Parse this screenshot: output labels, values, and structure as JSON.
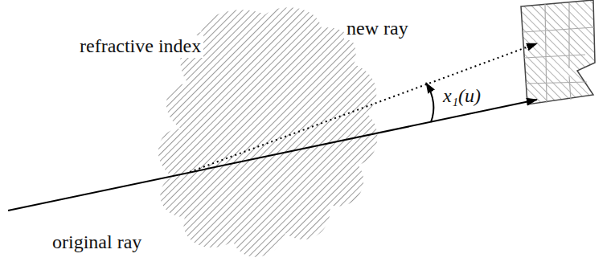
{
  "diagram": {
    "labels": [
      "refractive index",
      "new ray",
      "original ray",
      "x₁(u)"
    ]
  }
}
